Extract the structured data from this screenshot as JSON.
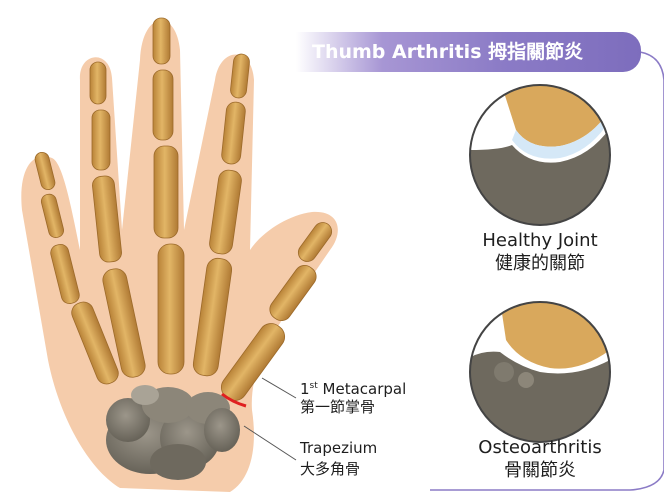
{
  "title": "Thumb Arthritis 拇指關節炎",
  "callouts": {
    "metacarpal": {
      "sup_prefix": "1",
      "sup": "st",
      "name": "Metacarpal",
      "chinese": "第一節掌骨"
    },
    "trapezium": {
      "name": "Trapezium",
      "chinese": "大多角骨"
    }
  },
  "insets": {
    "healthy": {
      "label": "Healthy Joint",
      "chinese": "健康的關節"
    },
    "osteo": {
      "label": "Osteoarthritis",
      "chinese": "骨關節炎"
    }
  },
  "colors": {
    "title_bg": "#8b7bc6",
    "border_accent": "#8b7bc6",
    "skin": "#f4c9a8",
    "bone": "#d9a85c",
    "bone_dark": "#b07a34",
    "carpal": "#7d786c",
    "cartilage": "#d5e8f7",
    "highlight": "#e02020"
  }
}
